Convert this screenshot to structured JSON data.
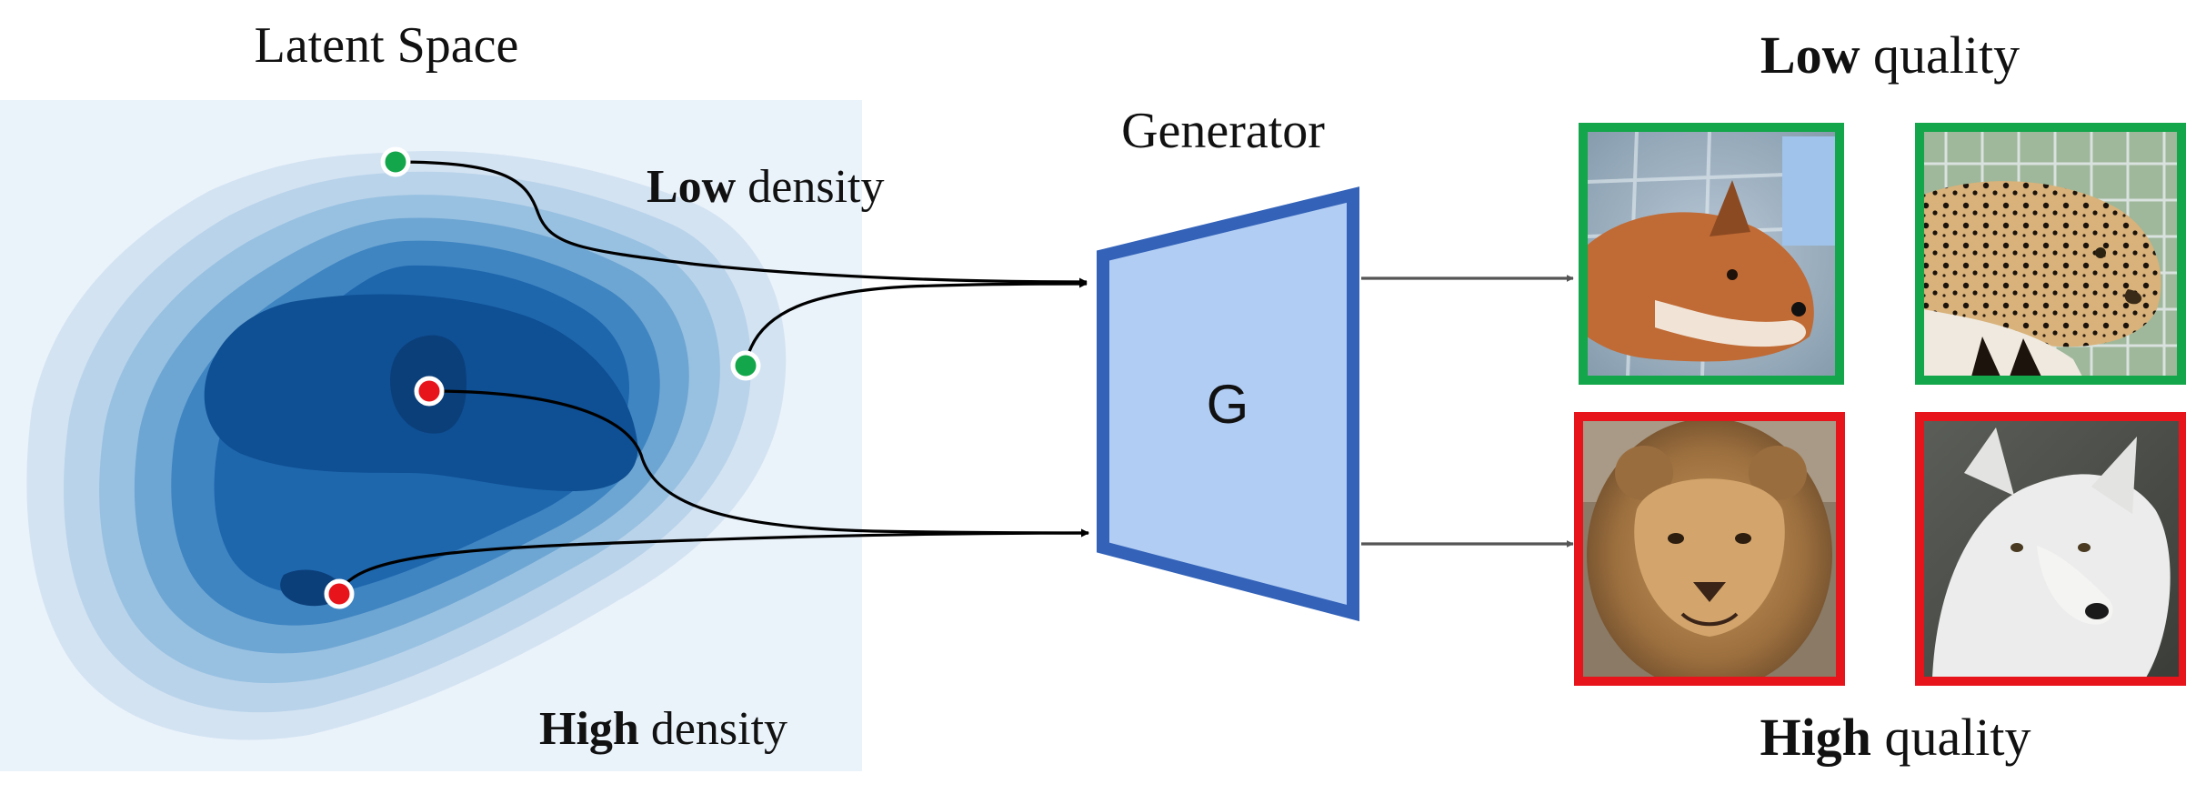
{
  "latent_space": {
    "title": "Latent Space",
    "low_density": {
      "bold": "Low",
      "rest": " density"
    },
    "high_density": {
      "bold": "High",
      "rest": " density"
    }
  },
  "generator": {
    "title": "Generator",
    "symbol": "G"
  },
  "quality": {
    "low": {
      "bold": "Low",
      "rest": " quality"
    },
    "high": {
      "bold": "High",
      "rest": " quality"
    }
  },
  "colors": {
    "latent_bg": "#eaf2fa",
    "contour": [
      "#d3e3f2",
      "#b9d3ea",
      "#98c1e1",
      "#6ea6d3",
      "#3f85c2",
      "#1e67ad",
      "#0f4f93"
    ],
    "low_density_point": "#14a64a",
    "high_density_point": "#e8141b",
    "generator_fill": "#b1cdf4",
    "generator_stroke": "#3362b8",
    "low_quality_frame": "#14a64a",
    "high_quality_frame": "#e8141b",
    "arrow": "#000000",
    "output_arrow": "#555555"
  },
  "images": [
    {
      "name": "fox-image",
      "quality": "low"
    },
    {
      "name": "leopard-image",
      "quality": "low"
    },
    {
      "name": "lion-image",
      "quality": "high"
    },
    {
      "name": "wolf-image",
      "quality": "high"
    }
  ]
}
